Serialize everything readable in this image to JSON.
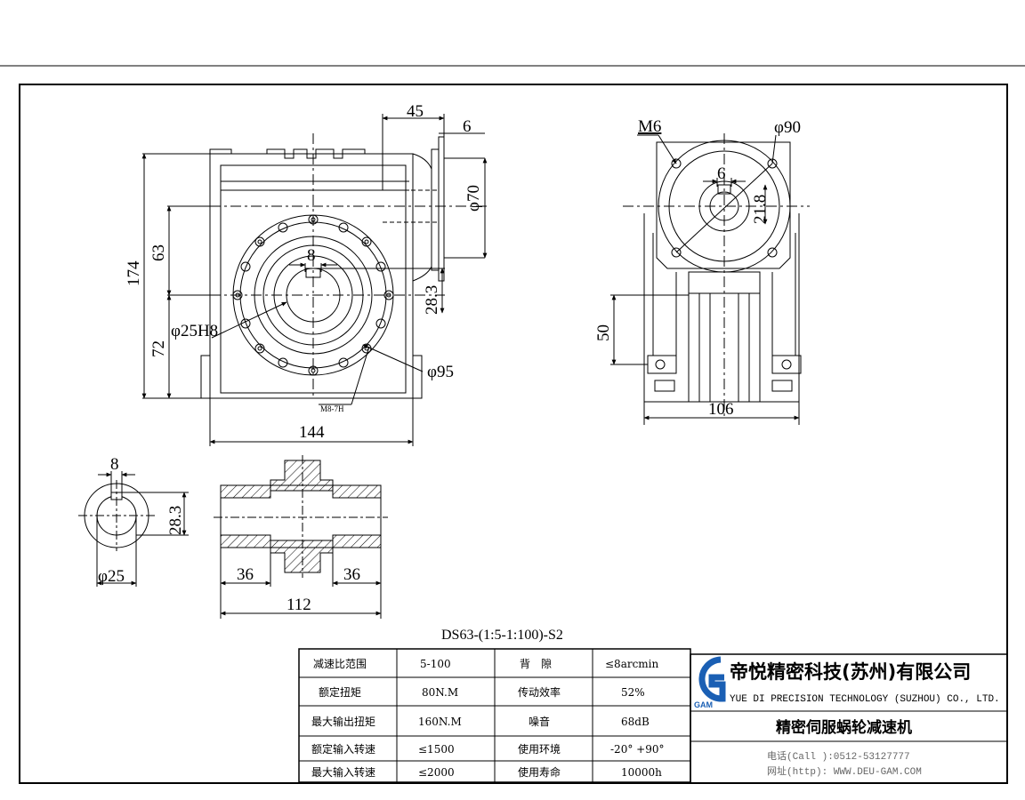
{
  "model": "DS63-(1:5-1:100)-S2",
  "dims": {
    "d45": "45",
    "d6": "6",
    "phi70": "φ70",
    "d174": "174",
    "d63": "63",
    "d72": "72",
    "d8": "8",
    "d28_3": "28.3",
    "phi25h8": "φ25H8",
    "phi95": "φ95",
    "m8": "M8-7H",
    "d144": "144",
    "m6": "M6",
    "phi90": "φ90",
    "d6b": "6",
    "d21_8": "21.8",
    "d50": "50",
    "d106": "106",
    "d8b": "8",
    "d28_3b": "28.3",
    "phi25": "φ25",
    "d36a": "36",
    "d36b": "36",
    "d112": "112"
  },
  "specs": [
    {
      "l1": "减速比范围",
      "v1": "5-100",
      "l2": "背　隙",
      "v2": "≤8arcmin"
    },
    {
      "l1": "额定扭矩",
      "v1": "80N.M",
      "l2": "传动效率",
      "v2": "52%"
    },
    {
      "l1": "最大输出扭矩",
      "v1": "160N.M",
      "l2": "噪音",
      "v2": "68dB"
    },
    {
      "l1": "额定输入转速",
      "v1": "≤1500",
      "l2": "使用环境",
      "v2": "-20° +90°"
    },
    {
      "l1": "最大输入转速",
      "v1": "≤2000",
      "l2": "使用寿命",
      "v2": "10000h"
    }
  ],
  "company": {
    "name_cn": "帝悦精密科技(苏州)有限公司",
    "name_en": "YUE DI PRECISION TECHNOLOGY (SUZHOU) CO., LTD.",
    "product": "精密伺服蜗轮减速机",
    "call": "电话(Call ):0512-53127777",
    "web": "网址(http): WWW.DEU-GAM.COM",
    "logo_text": "GAM"
  },
  "colors": {
    "line": "#000000",
    "logo_blue": "#1a5fb4"
  }
}
